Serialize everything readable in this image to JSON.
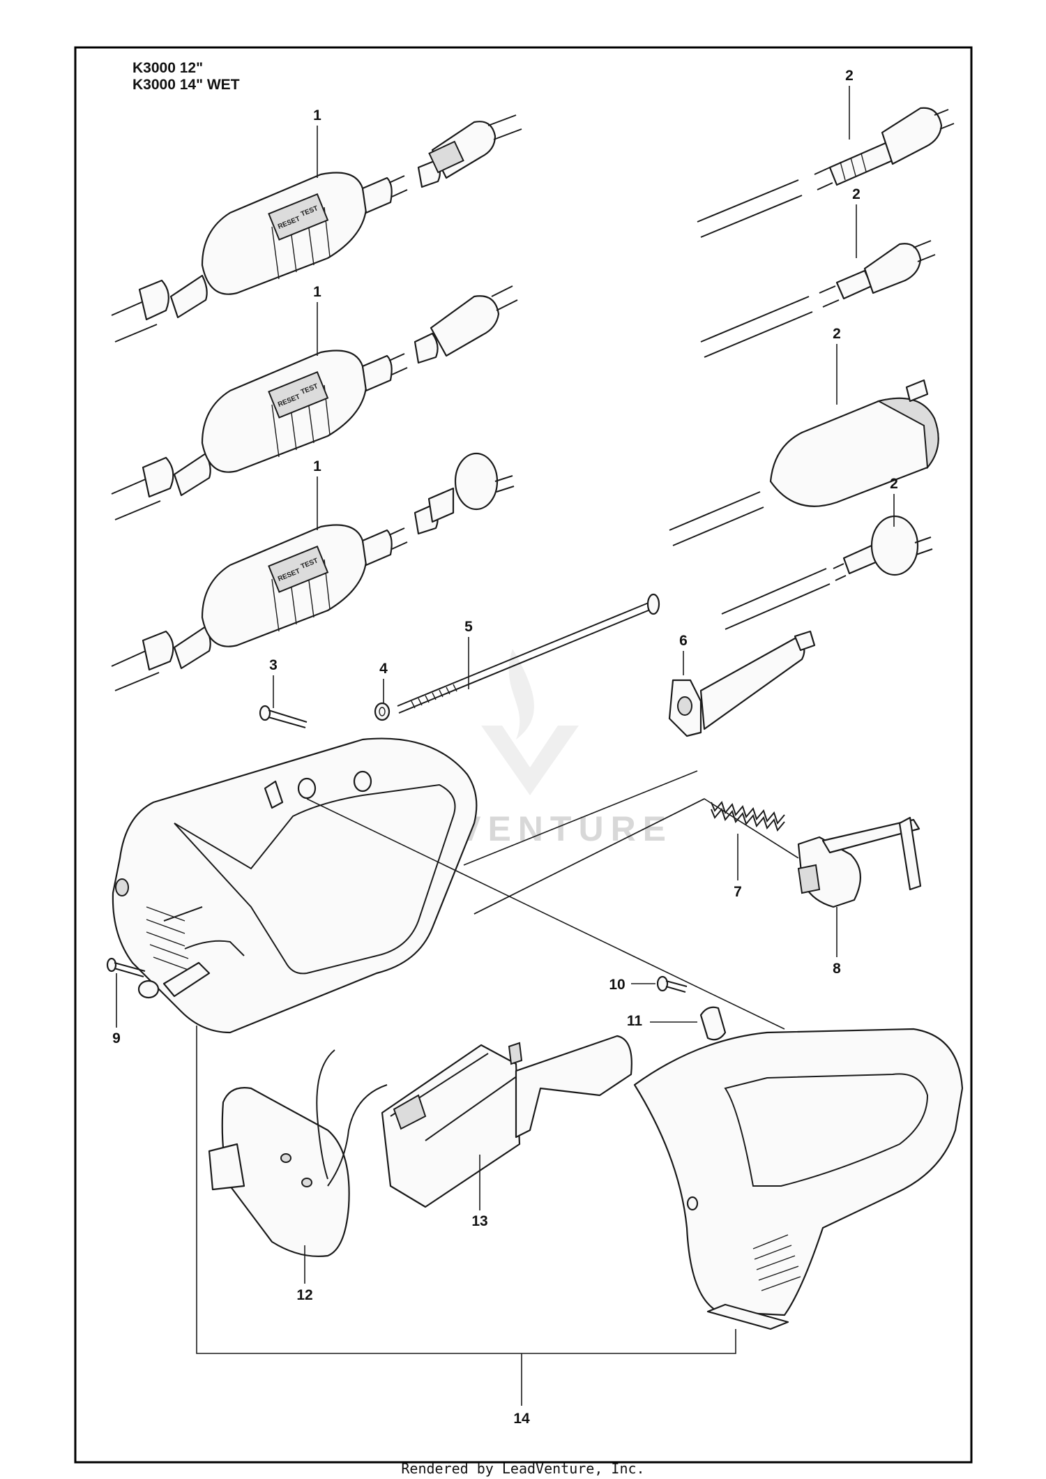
{
  "models": [
    "K3000 12\"",
    "K3000 14\" WET"
  ],
  "callouts": {
    "c1a": "1",
    "c1b": "1",
    "c1c": "1",
    "c2a": "2",
    "c2b": "2",
    "c2c": "2",
    "c2d": "2",
    "c3": "3",
    "c4": "4",
    "c5": "5",
    "c6": "6",
    "c7": "7",
    "c8": "8",
    "c9": "9",
    "c10": "10",
    "c11": "11",
    "c12": "12",
    "c13": "13",
    "c14": "14"
  },
  "button_labels": {
    "reset": "RESET",
    "test": "TEST"
  },
  "watermark": "LEADVENTURE",
  "footer": "Rendered by LeadVenture, Inc."
}
